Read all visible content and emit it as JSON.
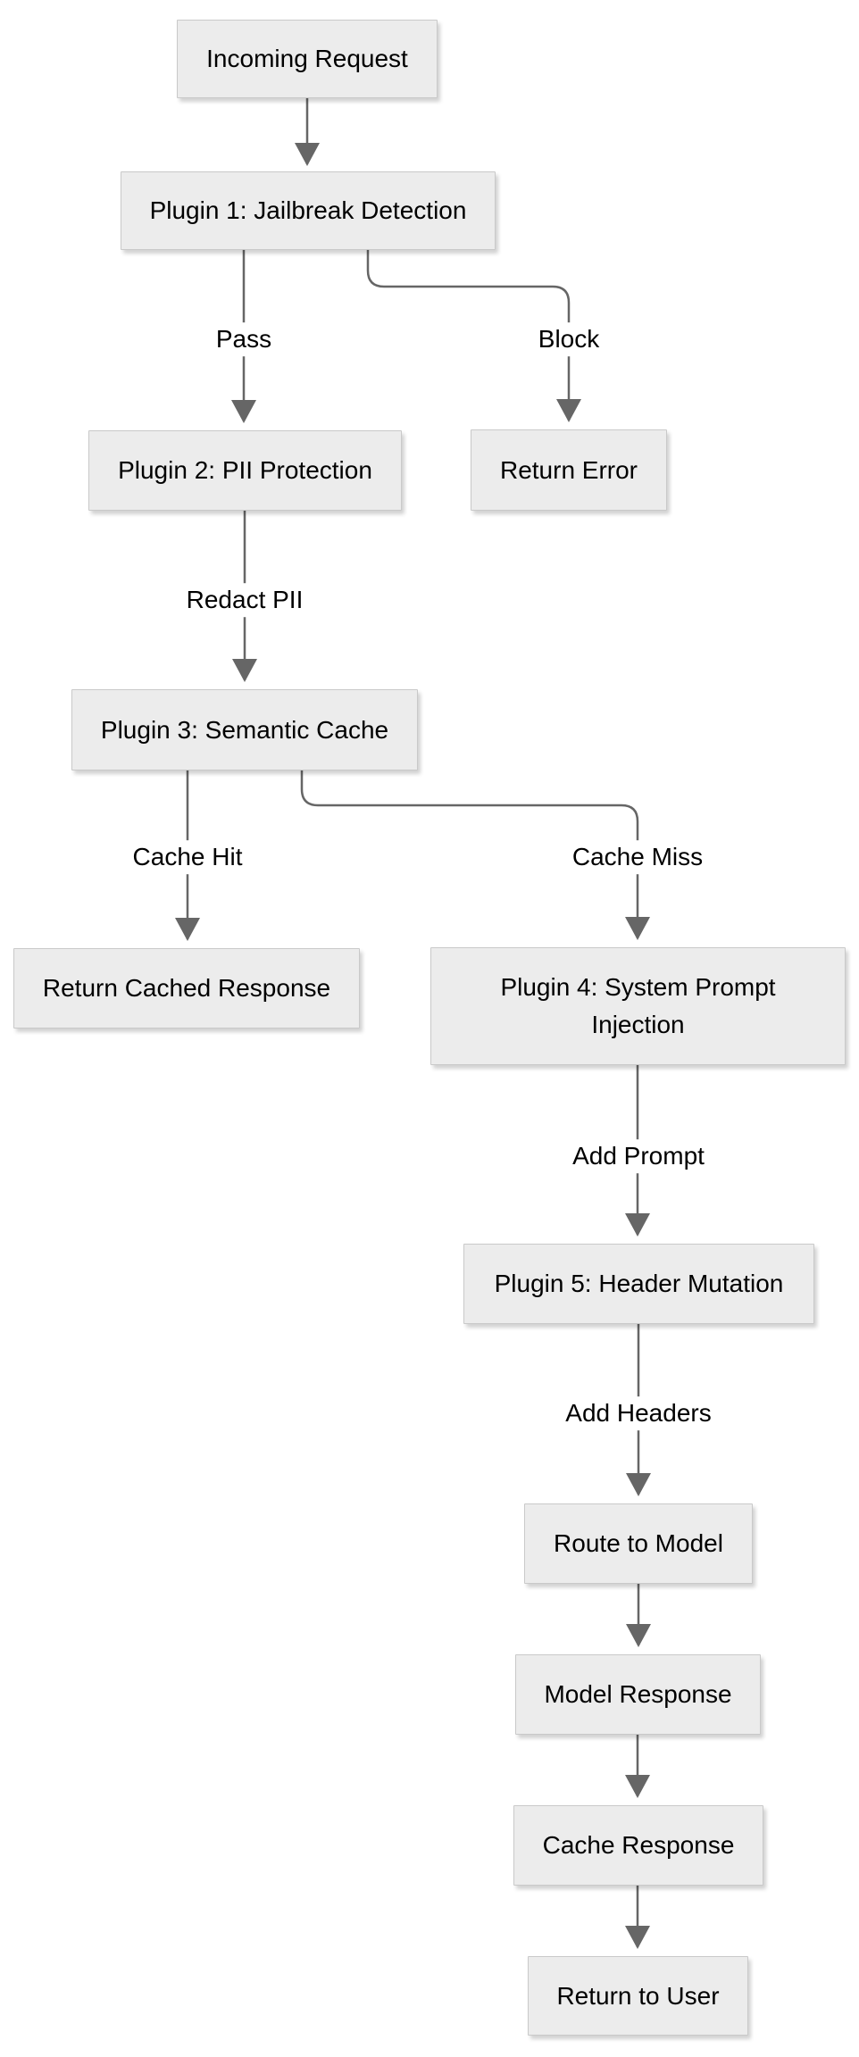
{
  "diagram": {
    "type": "flowchart",
    "direction": "top-down",
    "colors": {
      "background": "#ffffff",
      "node_fill": "#ececec",
      "node_border": "#c9c9c9",
      "edge_stroke": "#666666",
      "arrowhead_fill": "#666666",
      "text": "#000000"
    },
    "nodes": {
      "incoming_request": {
        "label": "Incoming Request"
      },
      "plugin1": {
        "label": "Plugin 1: Jailbreak Detection"
      },
      "plugin2": {
        "label": "Plugin 2: PII Protection"
      },
      "return_error": {
        "label": "Return Error"
      },
      "plugin3": {
        "label": "Plugin 3: Semantic Cache"
      },
      "return_cached_response": {
        "label": "Return Cached Response"
      },
      "plugin4": {
        "label": "Plugin 4: System Prompt Injection"
      },
      "plugin5": {
        "label": "Plugin 5: Header Mutation"
      },
      "route_to_model": {
        "label": "Route to Model"
      },
      "model_response": {
        "label": "Model Response"
      },
      "cache_response": {
        "label": "Cache Response"
      },
      "return_to_user": {
        "label": "Return to User"
      }
    },
    "edge_labels": {
      "pass": "Pass",
      "block": "Block",
      "redact_pii": "Redact PII",
      "cache_hit": "Cache Hit",
      "cache_miss": "Cache Miss",
      "add_prompt": "Add Prompt",
      "add_headers": "Add Headers"
    },
    "edges": [
      {
        "from": "incoming_request",
        "to": "plugin1",
        "label": ""
      },
      {
        "from": "plugin1",
        "to": "plugin2",
        "label": "Pass"
      },
      {
        "from": "plugin1",
        "to": "return_error",
        "label": "Block"
      },
      {
        "from": "plugin2",
        "to": "plugin3",
        "label": "Redact PII"
      },
      {
        "from": "plugin3",
        "to": "return_cached_response",
        "label": "Cache Hit"
      },
      {
        "from": "plugin3",
        "to": "plugin4",
        "label": "Cache Miss"
      },
      {
        "from": "plugin4",
        "to": "plugin5",
        "label": "Add Prompt"
      },
      {
        "from": "plugin5",
        "to": "route_to_model",
        "label": "Add Headers"
      },
      {
        "from": "route_to_model",
        "to": "model_response",
        "label": ""
      },
      {
        "from": "model_response",
        "to": "cache_response",
        "label": ""
      },
      {
        "from": "cache_response",
        "to": "return_to_user",
        "label": ""
      }
    ]
  }
}
